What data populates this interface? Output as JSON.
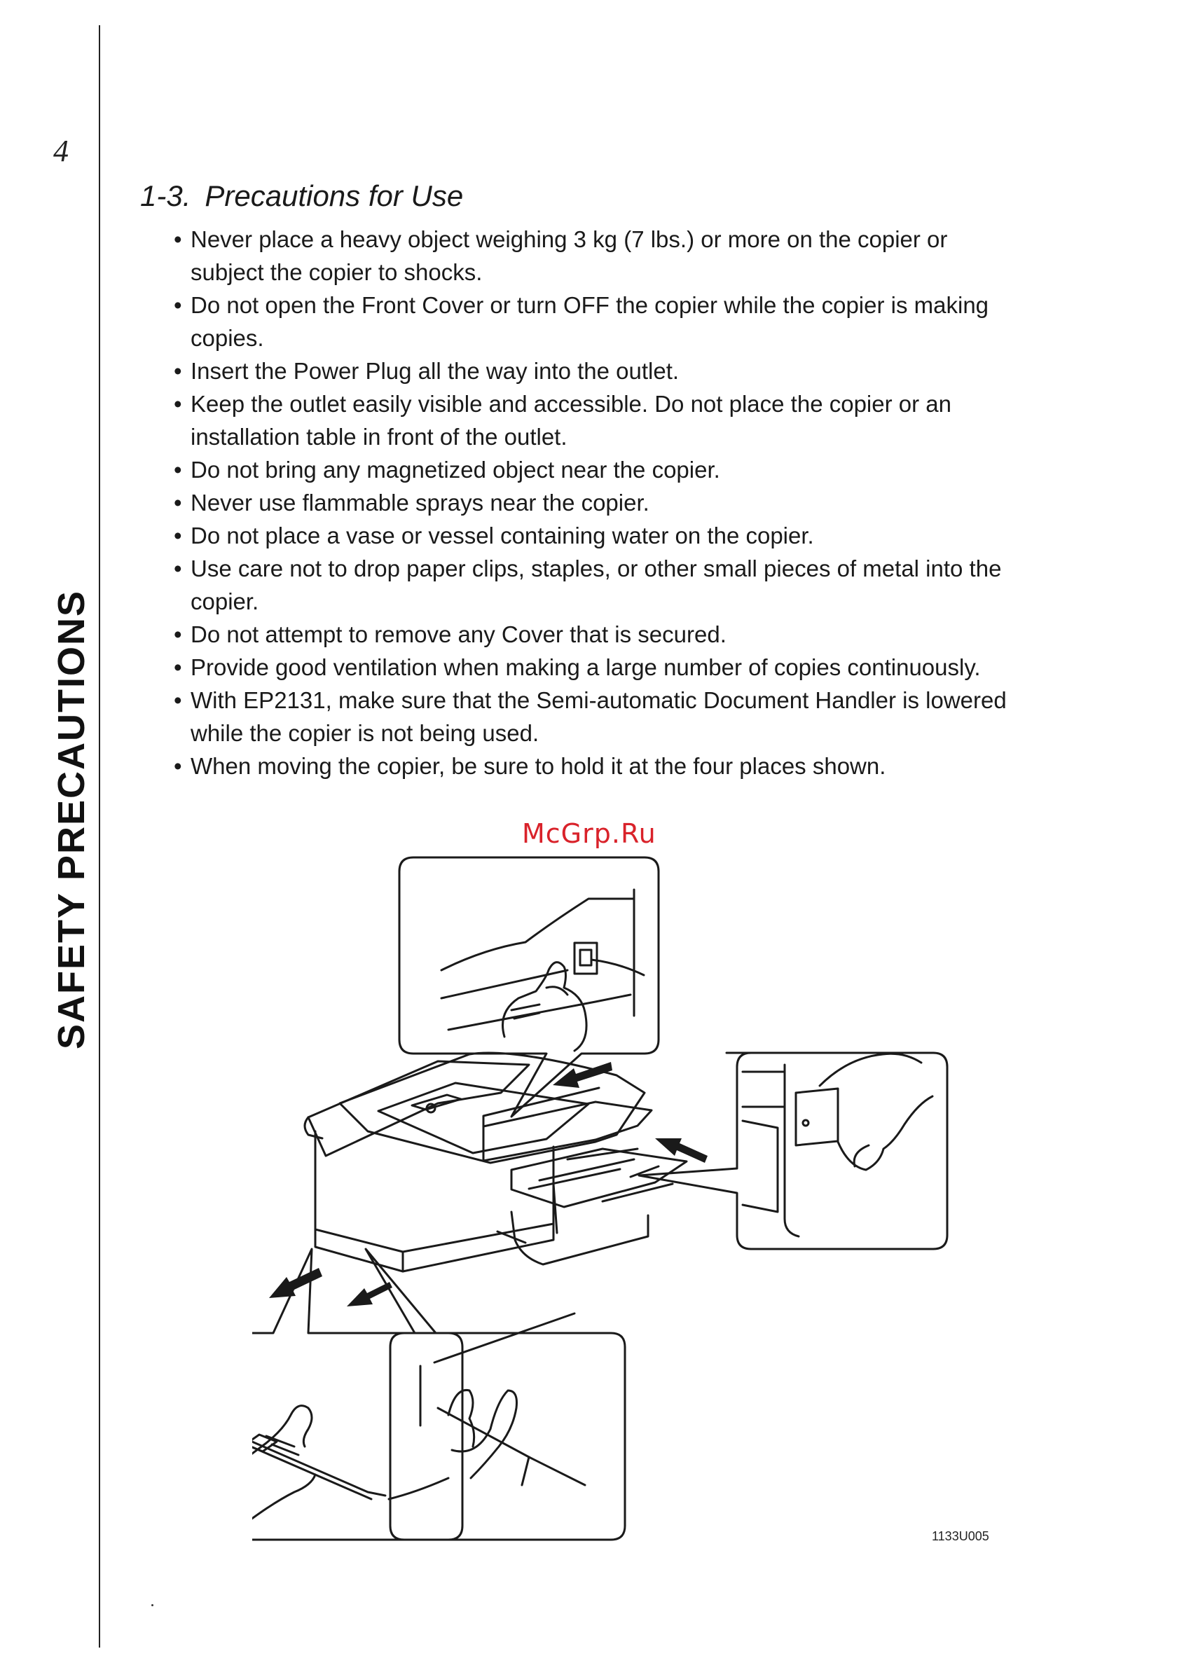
{
  "page": {
    "number": "4",
    "side_title": "SAFETY PRECAUTIONS"
  },
  "section": {
    "number": "1-3.",
    "title": "Precautions for Use"
  },
  "items": [
    "Never place a heavy object weighing 3 kg (7 lbs.) or more on the copier or subject the copier to shocks.",
    "Do not open the Front Cover or turn OFF the copier while the copier is making copies.",
    "Insert the Power Plug all the way into the outlet.",
    "Keep the outlet easily visible and accessible. Do not place the copier or an installation table in front of the outlet.",
    "Do not bring any magnetized object near the copier.",
    "Never use flammable sprays near the copier.",
    "Do not place a vase or vessel containing water on the copier.",
    "Use care not to drop paper clips, staples, or other small pieces of metal into the copier.",
    "Do not attempt to remove any Cover that is secured.",
    "Provide good ventilation when making a large number of copies continuously.",
    "With EP2131, make sure that the Semi-automatic Document Handler is lowered while the copier is not being used.",
    "When moving the copier, be sure to hold it at the four places shown."
  ],
  "bullet_char": "•",
  "watermark": "McGrp.Ru",
  "figure": {
    "code": "1133U005"
  }
}
